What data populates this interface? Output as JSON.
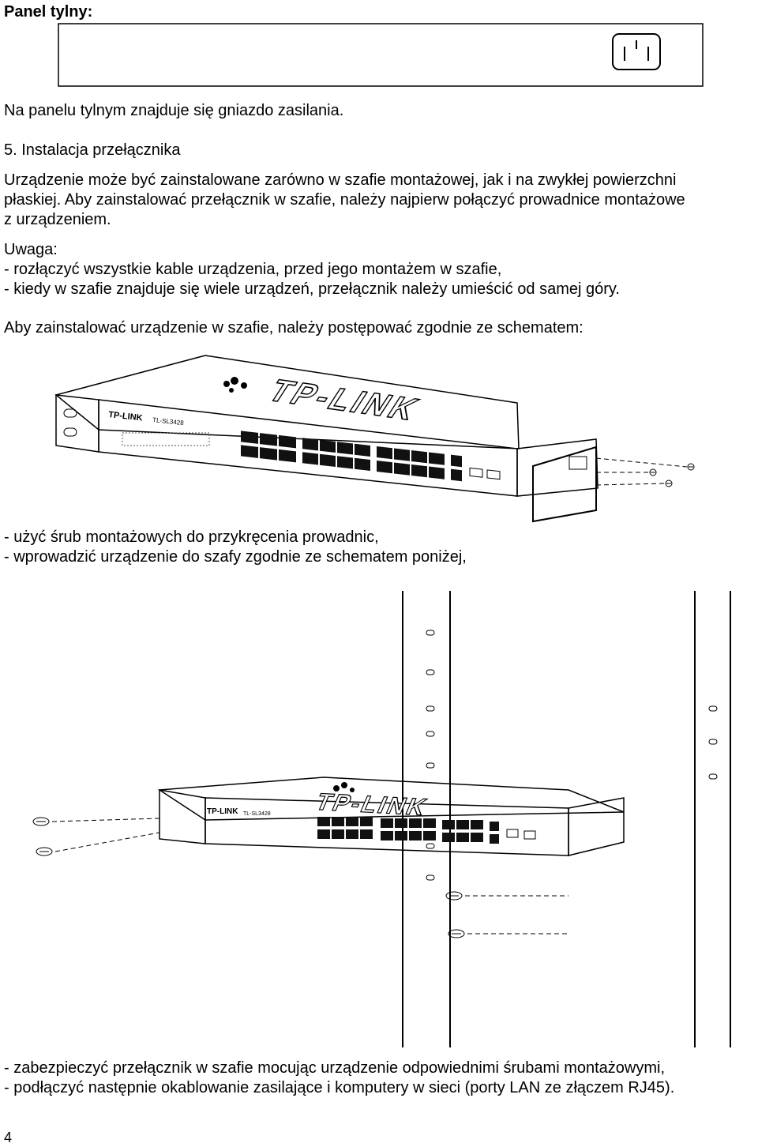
{
  "heading_panel": "Panel tylny:",
  "panel_caption": "Na panelu tylnym znajduje się gniazdo zasilania.",
  "section_title": "5. Instalacja przełącznika",
  "intro_lines": [
    "Urządzenie może być zainstalowane zarówno w szafie montażowej, jak i na zwykłej powierzchni",
    "płaskiej. Aby zainstalować przełącznik w szafie, należy najpierw połączyć prowadnice montażowe",
    "z urządzeniem."
  ],
  "note_label": "Uwaga:",
  "note_items": [
    "- rozłączyć wszystkie kable urządzenia, przed jego montażem w szafie,",
    "- kiedy w szafie znajduje się wiele urządzeń, przełącznik należy umieścić od samej góry."
  ],
  "install_intro": "Aby zainstalować urządzenie w szafie, należy postępować zgodnie ze schematem:",
  "figure1": {
    "brand": "TP-LINK",
    "model_label": "TL-SL3428",
    "logo_text": "TP-LINK"
  },
  "steps_a": [
    "- użyć śrub montażowych do przykręcenia prowadnic,",
    "- wprowadzić urządzenie do szafy zgodnie ze schematem poniżej,"
  ],
  "figure2": {
    "brand": "TP-LINK",
    "model_label": "TL-SL3428",
    "logo_text": "TP-LINK"
  },
  "steps_b": [
    "- zabezpieczyć przełącznik w szafie mocując urządzenie odpowiednimi śrubami montażowymi,",
    "- podłączyć następnie okablowanie zasilające i komputery w sieci (porty LAN ze złączem RJ45)."
  ],
  "page_number": "4"
}
